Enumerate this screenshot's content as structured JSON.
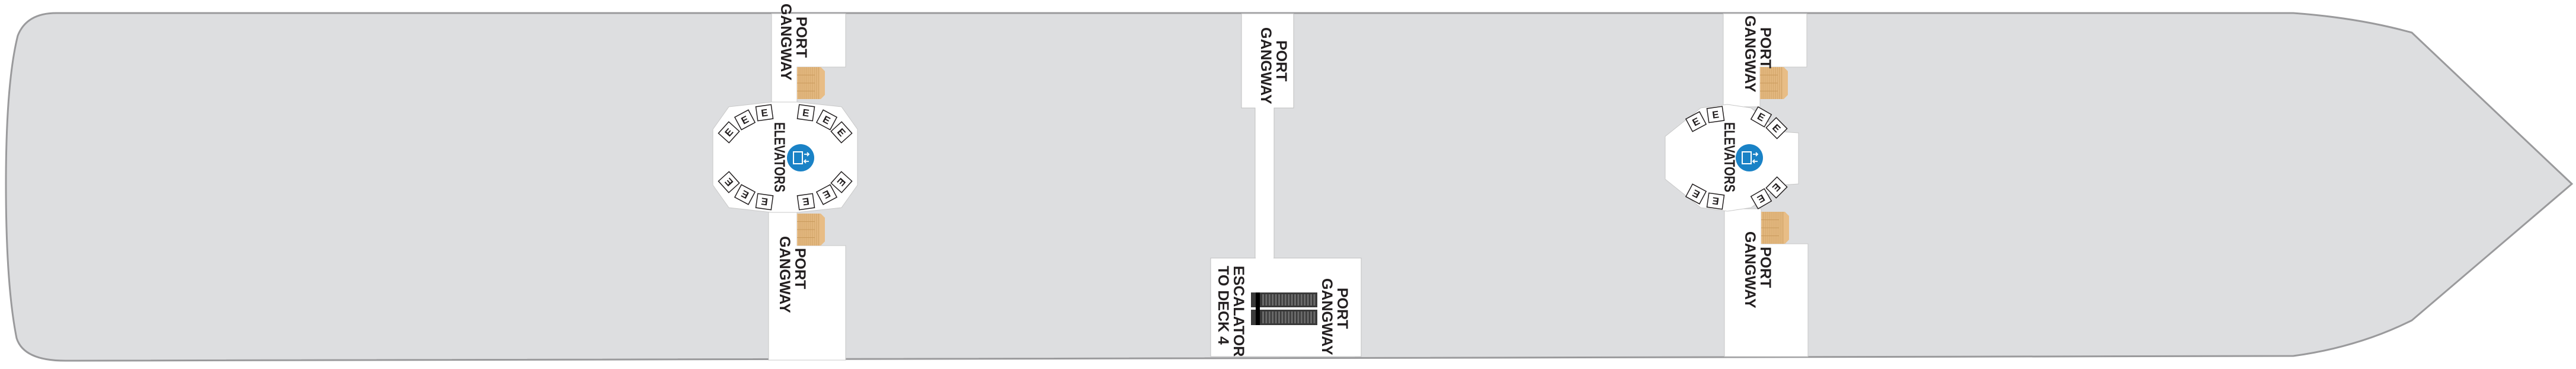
{
  "deck_plan": {
    "colors": {
      "hull_fill": "#dddee0",
      "hull_stroke": "#9a9a9c",
      "corridor": "#ffffff",
      "stairs": "#e8bd86",
      "elevator_icon": "#1a82c6",
      "escalator": "#3a3a3a"
    },
    "labels": {
      "aft_top_gangway": [
        "PORT",
        "GANGWAY"
      ],
      "aft_elevators": "ELEVATORS",
      "aft_bottom_gangway": [
        "PORT",
        "GANGWAY"
      ],
      "mid_top_gangway": [
        "PORT",
        "GANGWAY"
      ],
      "mid_bottom_gangway": [
        "PORT",
        "GANGWAY"
      ],
      "mid_escalator": [
        "ESCALATOR",
        "TO DECK 4"
      ],
      "fwd_top_gangway": [
        "PORT",
        "GANGWAY"
      ],
      "fwd_elevators": "ELEVATORS",
      "fwd_bottom_gangway": [
        "PORT",
        "GANGWAY"
      ]
    },
    "elevator_tile_letter": "E",
    "icons": [
      "elevator-icon",
      "stairs-icon",
      "escalator-icon"
    ]
  }
}
